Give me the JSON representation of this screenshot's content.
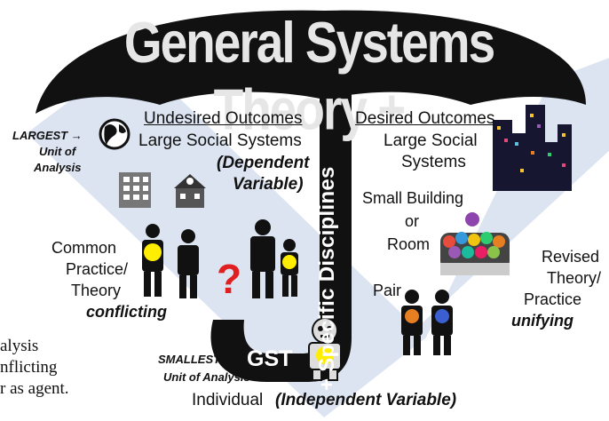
{
  "title": "General Systems Theory +",
  "vertical_bar": "+ Specific Disciplines",
  "hook_label": "GST",
  "left": {
    "heading": "Undesired Outcomes",
    "systems": "Large Social Systems",
    "dependent": "(Dependent",
    "variable": "Variable)",
    "common": "Common",
    "practice": "Practice/",
    "theory": "Theory",
    "conflicting": "conflicting",
    "question": "?"
  },
  "right": {
    "heading": "Desired Outcomes",
    "large_social": "Large Social",
    "systems": "Systems",
    "small_building": "Small Building",
    "or": "or",
    "room": "Room",
    "revised": "Revised",
    "theory": "Theory/",
    "practice": "Practice",
    "unifying": "unifying",
    "pair": "Pair"
  },
  "largest": {
    "line1": "LARGEST →",
    "line2": "Unit of",
    "line3": "Analysis"
  },
  "smallest": {
    "line1": "SMALLEST",
    "line2": "Unit of Analysis →"
  },
  "bottom": {
    "individual": "Individual",
    "independent": "(Independent Variable)"
  },
  "cut_off": {
    "line1": "alysis",
    "line2": "nflicting",
    "line3": "r as agent."
  },
  "colors": {
    "band": "#dce4f2",
    "umbrella": "#111111",
    "title": "#e6e6e6",
    "question": "#e02020",
    "highlight": "#ffee00"
  }
}
